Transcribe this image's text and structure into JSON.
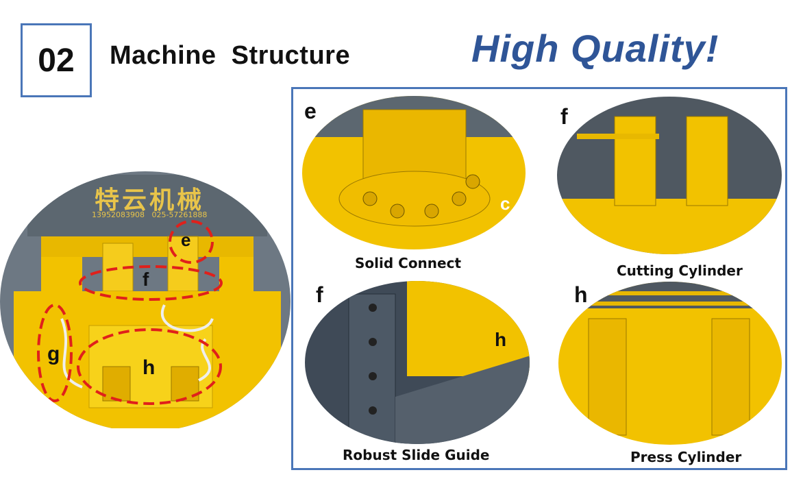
{
  "section": {
    "number": "02",
    "title": "Machine  Structure"
  },
  "slogan": "High Quality!",
  "overview": {
    "brand": "特云机械",
    "phone": "13952083908   025-57261888",
    "markers": [
      "e",
      "f",
      "g",
      "h"
    ]
  },
  "details": [
    {
      "letter": "e",
      "caption": "Solid Connect",
      "extra_letter": "c"
    },
    {
      "letter": "f",
      "caption": "Cutting Cylinder"
    },
    {
      "letter": "f",
      "caption": "Robust Slide Guide",
      "extra_letter": "h"
    },
    {
      "letter": "h",
      "caption": "Press Cylinder"
    }
  ],
  "colors": {
    "frame_blue": "#4a76b8",
    "slogan_blue": "#2f5597",
    "machine_yellow": "#f2c200",
    "machine_grey": "#5c6770",
    "marker_red": "#e0201b"
  }
}
